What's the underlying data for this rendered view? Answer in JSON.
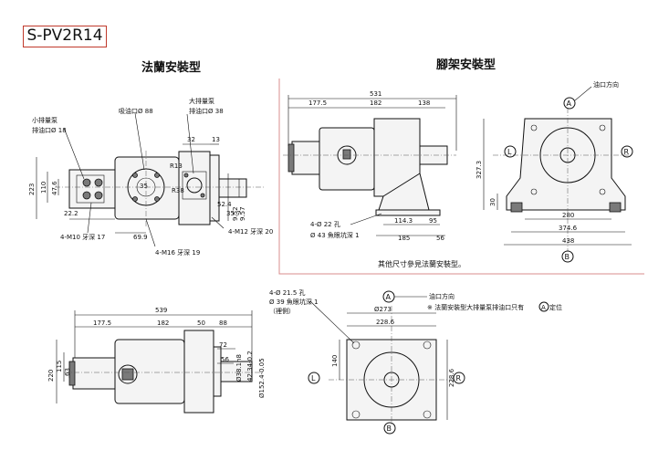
{
  "model": "S-PV2R14",
  "flange_view": {
    "title": "法蘭安裝型",
    "labels": {
      "small_pump_outlet_line1": "小排量泵",
      "small_pump_outlet_line2": "排油口Ø 18",
      "suction_port": "吸油口Ø 88",
      "large_pump_outlet_line1": "大排量泵",
      "large_pump_outlet_line2": "排油口Ø 38",
      "m10": "4-M10 牙深 17",
      "m16": "4-M16 牙深 19",
      "m12": "4-M12 牙深 20"
    },
    "dims": [
      "223",
      "110",
      "47.6",
      "22.2",
      "69.9",
      "35",
      "R13",
      "R38",
      "32",
      "13",
      "52.4",
      "35.7",
      "9.52",
      "9.57"
    ]
  },
  "foot_view": {
    "title": "腳架安裝型",
    "axis_label": "油口方向",
    "dims": [
      "531",
      "177.5",
      "182",
      "138",
      "114.3",
      "95",
      "185",
      "56",
      "327.3",
      "30",
      "280",
      "374.6",
      "438"
    ],
    "hole_note_line1": "4-Ø 22 孔",
    "hole_note_line2": "Ø 43 魚眼坑深 1",
    "note": "其他尺寸參見法蘭安裝型。",
    "markers": {
      "a": "A",
      "l": "L",
      "r": "R",
      "b": "B"
    }
  },
  "bottom_view": {
    "dims": [
      "539",
      "177.5",
      "182",
      "50",
      "88",
      "72",
      "56",
      "Ø38.1h8",
      "42.34-0.2",
      "Ø152.4-0.05",
      "220",
      "115",
      "63"
    ]
  },
  "bottom_right_view": {
    "hole_note_line1": "4-Ø 21.5 孔",
    "hole_note_line2": "Ø 39 魚眼坑深 1",
    "hole_note_line3": "（裡側）",
    "axis_label": "油口方向",
    "note_line": "※ 法蘭安裝型大排量泵排油口只有",
    "note_tail": "定位",
    "note_marker": "A",
    "dims": [
      "Ø273",
      "228.6",
      "228.6",
      "140"
    ],
    "markers": {
      "a": "A",
      "l": "L",
      "r": "R",
      "b": "B"
    }
  }
}
